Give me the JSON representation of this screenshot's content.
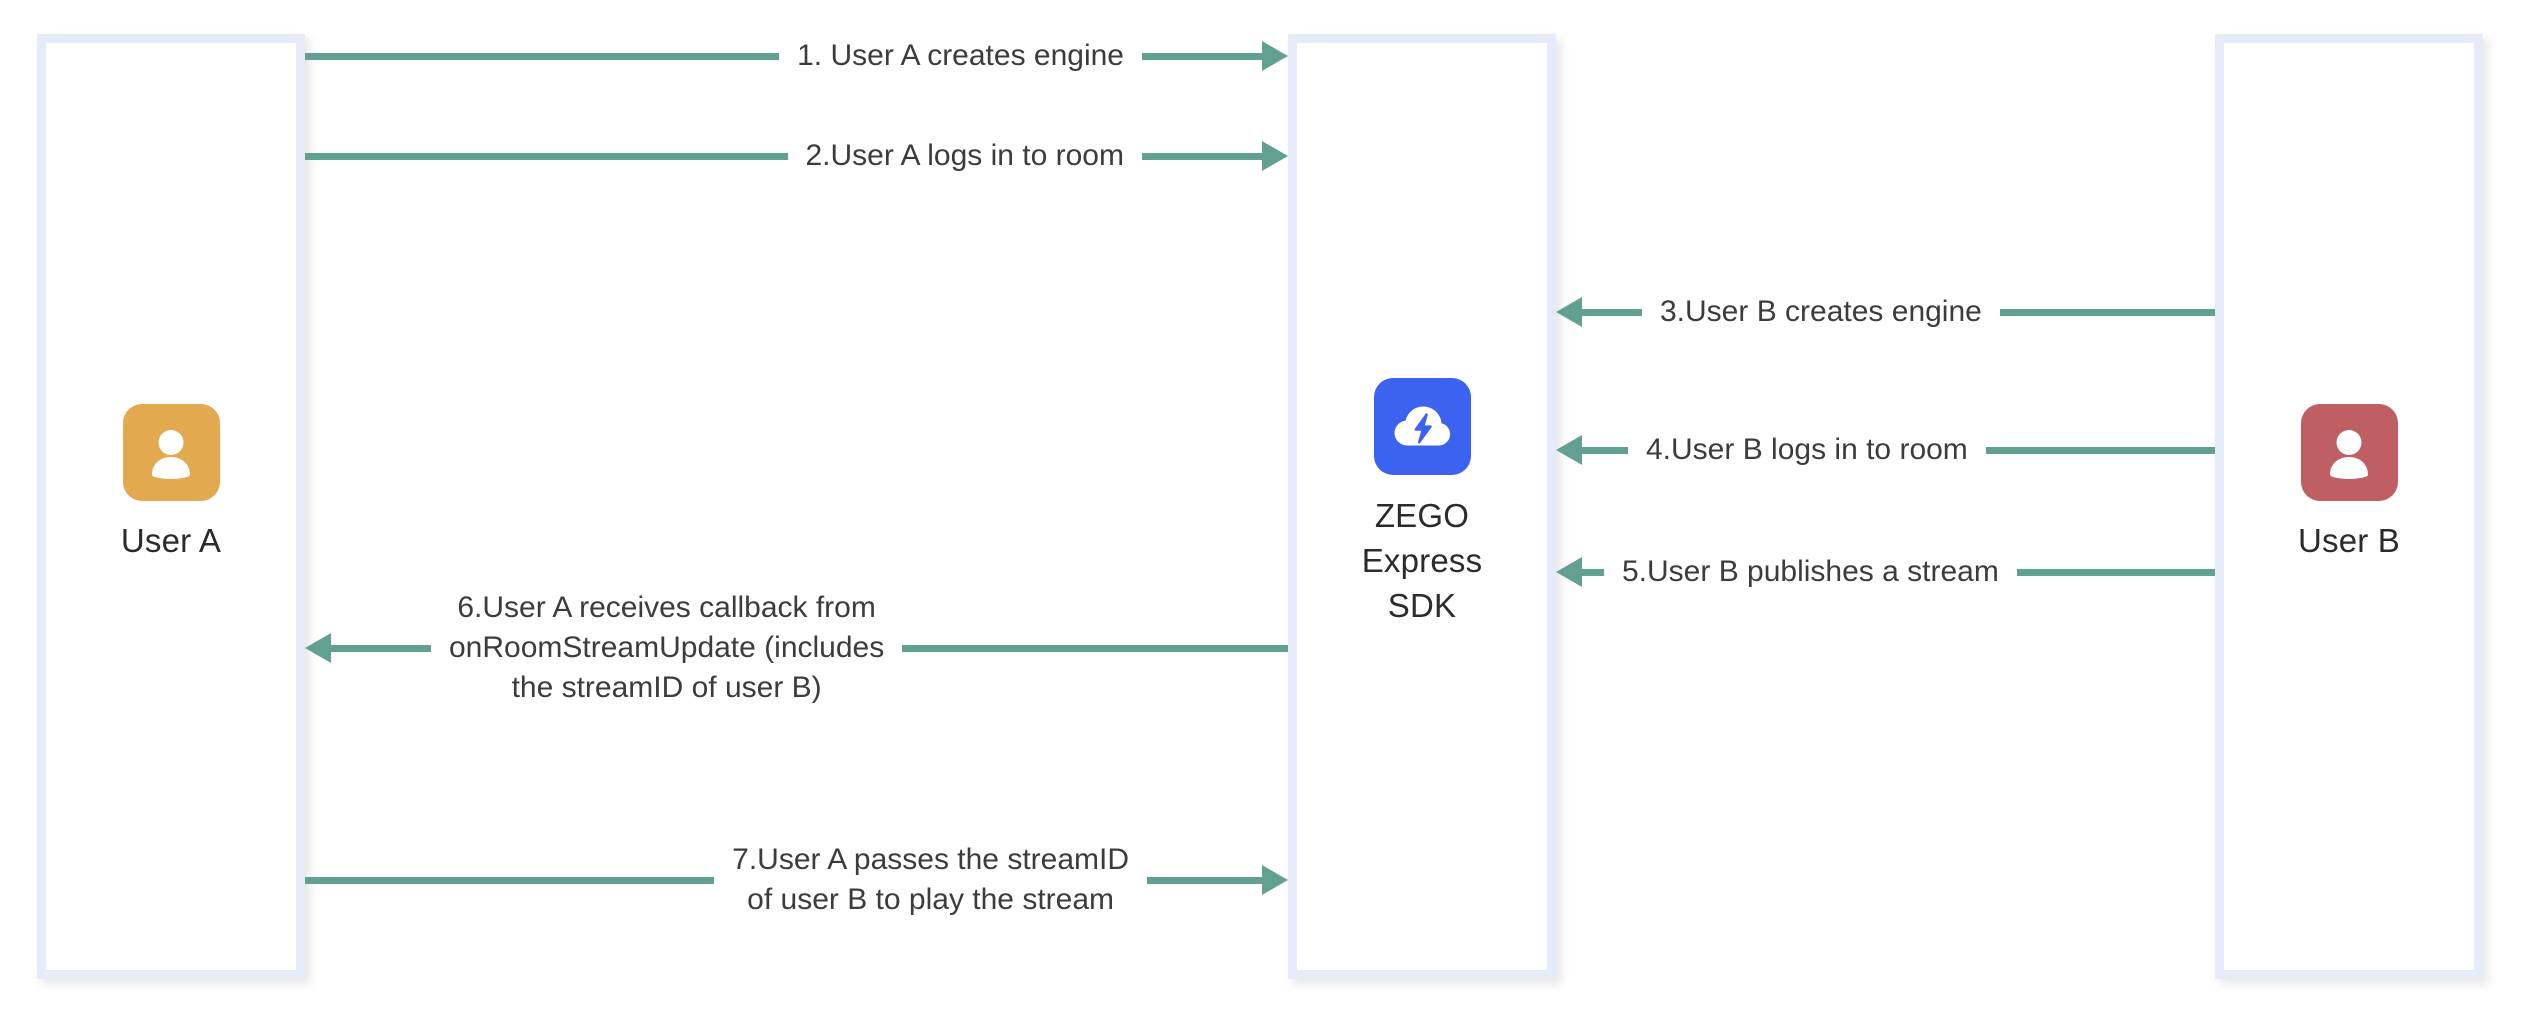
{
  "diagram": {
    "title": "ZEGO Express SDK publish and play stream sequence",
    "colors": {
      "lane_border": "#e6ebf9",
      "arrow": "#62a192",
      "user_a_avatar": "#e2a94e",
      "user_b_avatar": "#bf5f63",
      "zego_logo": "#3b63f0",
      "label_text": "#3c3c3c",
      "background": "#ffffff"
    }
  },
  "actors": [
    {
      "id": "user-a",
      "name": "User A",
      "avatar_icon": "user-avatar-icon",
      "avatar_color": "#e2a94e"
    },
    {
      "id": "zego",
      "name": "ZEGO\nExpress\nSDK",
      "avatar_icon": "zego-cloud-lightning-icon",
      "avatar_color": "#3b63f0"
    },
    {
      "id": "user-b",
      "name": "User B",
      "avatar_icon": "user-avatar-icon",
      "avatar_color": "#bf5f63"
    }
  ],
  "messages": [
    {
      "step": 1,
      "label": "1. User A creates engine",
      "from": "user-a",
      "to": "zego",
      "direction": "right"
    },
    {
      "step": 2,
      "label": "2.User A logs in to room",
      "from": "user-a",
      "to": "zego",
      "direction": "right"
    },
    {
      "step": 3,
      "label": "3.User B creates engine",
      "from": "user-b",
      "to": "zego",
      "direction": "left"
    },
    {
      "step": 4,
      "label": "4.User B logs in to room",
      "from": "user-b",
      "to": "zego",
      "direction": "left"
    },
    {
      "step": 5,
      "label": "5.User B publishes a stream",
      "from": "user-b",
      "to": "zego",
      "direction": "left"
    },
    {
      "step": 6,
      "label": "6.User A receives callback from\nonRoomStreamUpdate (includes\nthe streamID of user B)",
      "from": "zego",
      "to": "user-a",
      "direction": "left"
    },
    {
      "step": 7,
      "label": "7.User A passes the streamID\nof user B to play the stream",
      "from": "user-a",
      "to": "zego",
      "direction": "right"
    }
  ]
}
